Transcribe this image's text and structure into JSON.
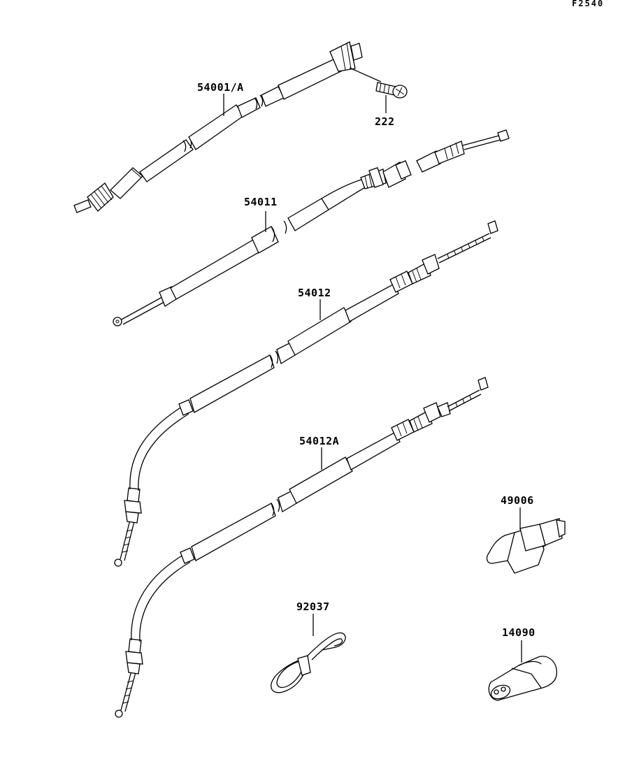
{
  "figure_id": "F2540",
  "parts": [
    {
      "id": "speedo",
      "number": "54001/A"
    },
    {
      "id": "screw",
      "number": "222"
    },
    {
      "id": "cable1",
      "number": "54011"
    },
    {
      "id": "cable2",
      "number": "54012"
    },
    {
      "id": "cable3",
      "number": "54012A"
    },
    {
      "id": "boot1",
      "number": "49006"
    },
    {
      "id": "clamp",
      "number": "92037"
    },
    {
      "id": "boot2",
      "number": "14090"
    }
  ]
}
